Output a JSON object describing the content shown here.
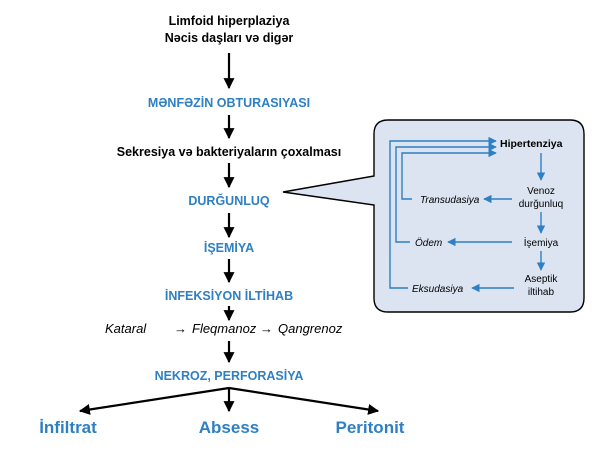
{
  "flow": {
    "start_line1": "Limfoid hiperplaziya",
    "start_line2": "Nəcis daşları və digər",
    "obstruction": "MƏNFƏZİN OBTURASIYASI",
    "secretion": "Sekresiya və bakteriyaların çoxalması",
    "stasis": "DURĞUNLUQ",
    "ischemia": "İŞEMİYA",
    "infection": "İNFEKSİYON İLTİHAB",
    "forms": {
      "catarrhal": "Kataral",
      "phlegmonous": "Fleqmanoz",
      "gangrenous": "Qangrenoz",
      "arrow": "→"
    },
    "necrosis": "NEKROZ, PERFORASİYA"
  },
  "outcomes": [
    "İnfiltrat",
    "Absess",
    "Peritonit"
  ],
  "callout": {
    "hypertension": "Hipertenziya",
    "venous_line1": "Venoz",
    "venous_line2": "durğunluq",
    "ischemia": "İşemiya",
    "aseptic_line1": "Aseptik",
    "aseptic_line2": "iltihab",
    "transudation": "Transudasiya",
    "edema": "Ödem",
    "exudation": "Eksudasiya"
  },
  "colors": {
    "accent": "#2e7fc4",
    "callout_fill": "#dbe4f0",
    "callout_stroke": "#000000",
    "text": "#000000"
  }
}
